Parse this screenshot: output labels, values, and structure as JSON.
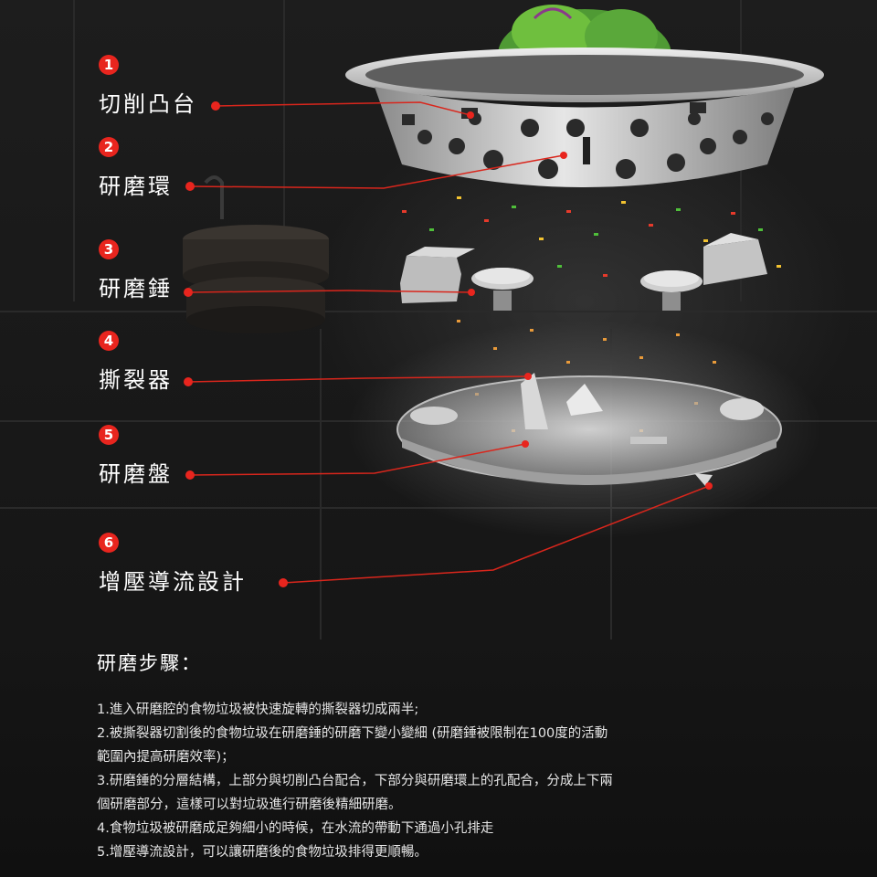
{
  "parts": [
    {
      "number": "1",
      "label": "切削凸台"
    },
    {
      "number": "2",
      "label": "研磨環"
    },
    {
      "number": "3",
      "label": "研磨錘"
    },
    {
      "number": "4",
      "label": "撕裂器"
    },
    {
      "number": "5",
      "label": "研磨盤"
    },
    {
      "number": "6",
      "label": "增壓導流設計"
    }
  ],
  "steps": {
    "title": "研磨步驟：",
    "lines": [
      "1.進入研磨腔的食物垃圾被快速旋轉的撕裂器切成兩半;",
      "2.被撕裂器切割後的食物垃圾在研磨錘的研磨下變小變細 (研磨錘被限制在100度的活動",
      "範圍內提高研磨效率)；",
      "3.研磨錘的分層結構，上部分與切削凸台配合，下部分與研磨環上的孔配合，分成上下兩",
      "個研磨部分，這樣可以對垃圾進行研磨後精細研磨。",
      "4.食物垃圾被研磨成足夠細小的時候，在水流的帶動下通過小孔排走",
      "5.增壓導流設計，可以讓研磨後的食物垃圾排得更順暢。"
    ]
  },
  "colors": {
    "accent_red": "#e8251e",
    "background": "#141414",
    "metal": "#c8c8c8"
  }
}
